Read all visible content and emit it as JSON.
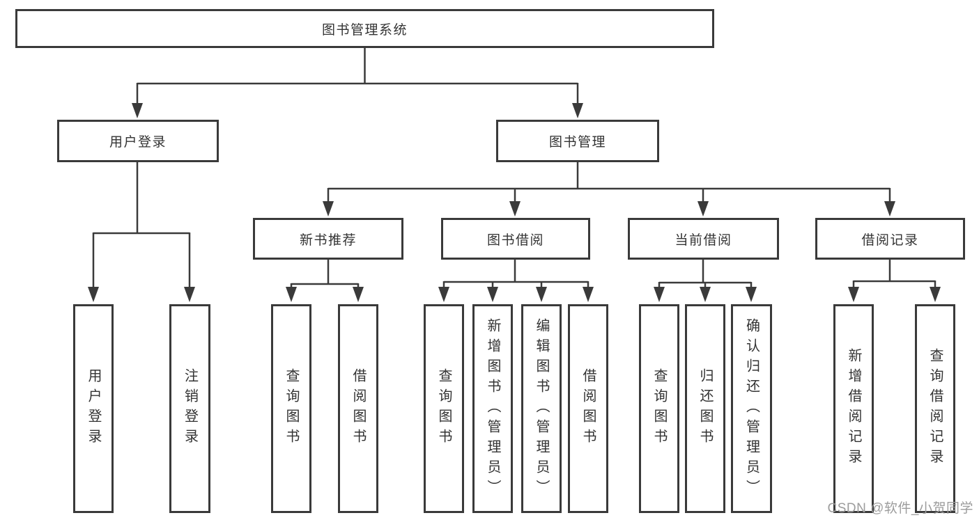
{
  "colors": {
    "line": "#3a3a3a",
    "text": "#333333",
    "watermark": "#9c9c9c",
    "background": "#ffffff"
  },
  "diagram": {
    "root": {
      "label": "图书管理系统"
    },
    "branches": {
      "user_login": {
        "label": "用户登录",
        "leaves": [
          "用户登录",
          "注销登录"
        ]
      },
      "book_mgmt": {
        "label": "图书管理",
        "sections": [
          {
            "label": "新书推荐",
            "leaves": [
              "查询图书",
              "借阅图书"
            ]
          },
          {
            "label": "图书借阅",
            "leaves": [
              "查询图书",
              "新增图书（管理员）",
              "编辑图书（管理员）",
              "借阅图书"
            ]
          },
          {
            "label": "当前借阅",
            "leaves": [
              "查询图书",
              "归还图书",
              "确认归还（管理员）"
            ]
          },
          {
            "label": "借阅记录",
            "leaves": [
              "新增借阅记录",
              "查询借阅记录"
            ]
          }
        ]
      }
    }
  },
  "watermark": {
    "text": "CSDN @软件_小贺同学"
  }
}
